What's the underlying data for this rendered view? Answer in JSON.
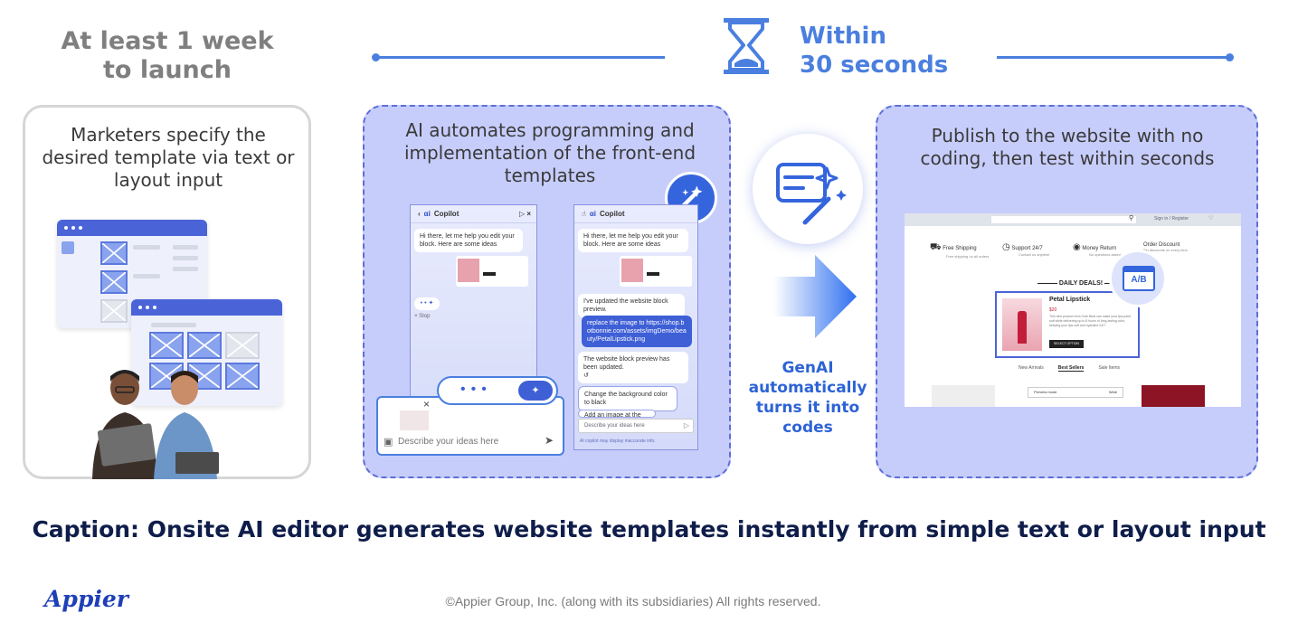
{
  "header": {
    "left_line1": "At least 1 week",
    "left_line2": "to launch",
    "right_line1": "Within",
    "right_line2": "30 seconds"
  },
  "panels": {
    "step1_title": "Marketers specify the desired template via text or layout input",
    "step2_title": "AI automates programming and implementation of the front-end templates",
    "step3_title": "Publish to the website with no coding, then test within seconds"
  },
  "chat_left": {
    "title": "Copilot",
    "greeting": "Hi there, let me help you edit your block. Here are some ideas",
    "stop": "Stop",
    "input_placeholder": "Describe your ideas here"
  },
  "chat_right": {
    "title": "Copilot",
    "greeting": "Hi there, let me help you edit your block. Here are some ideas",
    "msg_updated": "I've updated the website block preview.",
    "msg_user": "replace the image to https://shop.botbonnie.com/assets/imgDemo/beauty/PetalLipstick.png",
    "msg_updated2": "The website block preview has been updated.",
    "suggestion1": "Change the background color to black",
    "suggestion2": "Add an image at the bottom",
    "input_placeholder": "Describe your ideas here",
    "disclaimer": "AI copilot may display inaccurate info."
  },
  "middle": {
    "label_line1": "GenAI",
    "label_line2": "automatically",
    "label_line3": "turns it into",
    "label_line4": "codes"
  },
  "website": {
    "login": "Sign in / Register",
    "features": [
      {
        "title": "Free Shipping",
        "sub": "Free shipping on all orders"
      },
      {
        "title": "Support 24/7",
        "sub": "Contact us anytime"
      },
      {
        "title": "Money Return",
        "sub": "No questions asked"
      },
      {
        "title": "Order Discount",
        "sub": "Big discounts on every item"
      }
    ],
    "deals_title": "DAILY DEALS!",
    "product_name": "Petal Lipstick",
    "product_price": "$20",
    "product_desc": "This new product from Cute Beat can make your lips paint soft while delivering up to 8 hours of long-lasting color, keeping your lips soft and hydrated 24/7.",
    "product_button": "SELECT OPTION",
    "tabs": [
      "New Arrivals",
      "Best Sellers",
      "Sale Items"
    ],
    "preview_mode": "Preview mode",
    "preview_right": "Wide",
    "ab_badge": "A/B"
  },
  "caption": "Caption: Onsite AI editor generates website templates instantly from simple text or layout input",
  "footer": {
    "copyright": "©Appier Group, Inc. (along with its subsidiaries) All rights reserved.",
    "logo": "Appier"
  },
  "colors": {
    "accent": "#4a7fdf",
    "panel_fill": "#c7cdfb",
    "panel_border": "#5c6fd8",
    "caption": "#0f1d4a",
    "logo": "#1f3fb8"
  },
  "icons": [
    "hourglass-icon",
    "magic-wand-icon",
    "ai-template-icon",
    "arrow-right-icon",
    "ab-test-icon"
  ]
}
